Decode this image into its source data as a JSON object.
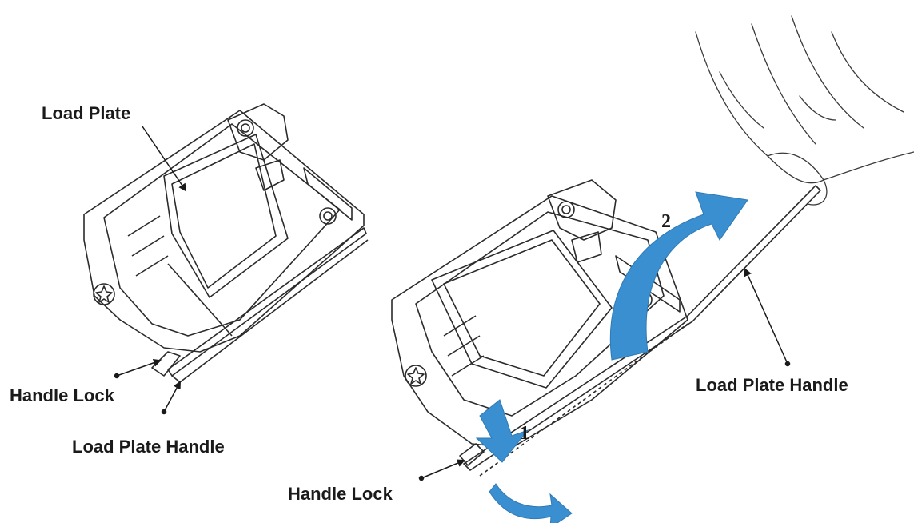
{
  "labels": {
    "load_plate": "Load Plate",
    "handle_lock_left": "Handle Lock",
    "load_plate_handle_left": "Load Plate Handle",
    "handle_lock_right": "Handle Lock",
    "load_plate_handle_right": "Load Plate Handle"
  },
  "steps": {
    "step1": "1",
    "step2": "2"
  },
  "colors": {
    "arrow_fill": "#3a8fd0",
    "line": "#2b2b2b",
    "label": "#1a1a1a"
  }
}
